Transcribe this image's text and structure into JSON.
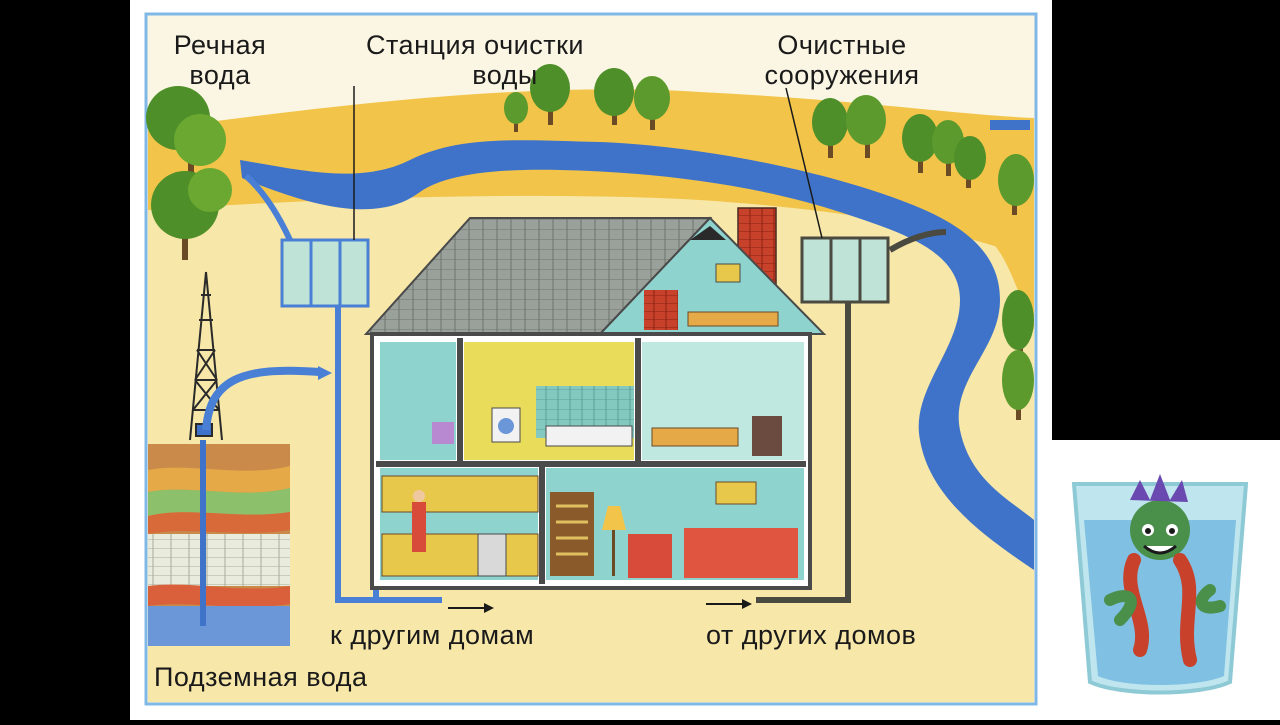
{
  "labels": {
    "river_water": [
      "Речная",
      "вода"
    ],
    "treatment_station": [
      "Станция  очистки",
      "воды"
    ],
    "sewage_plant": [
      "Очистные",
      "сооружения"
    ],
    "to_other_houses": "к  другим  домам",
    "from_other_houses": "от  других  домов",
    "ground_water": "Подземная  вода"
  },
  "colors": {
    "water": "#3f73c9",
    "clean_pipe": "#4a7fd6",
    "dirty_pipe": "#4a4a40",
    "sand": "#f7e7a8",
    "field": "#f2c44a",
    "tree": "#4f8f2a",
    "roof": "#8f958c",
    "wall": "#8fd3cf",
    "chimney": "#c8412a",
    "station": "#bfe3d6"
  },
  "icons": [
    "oil-derrick-icon",
    "water-glass-mascot-icon",
    "arrow-right-icon"
  ]
}
